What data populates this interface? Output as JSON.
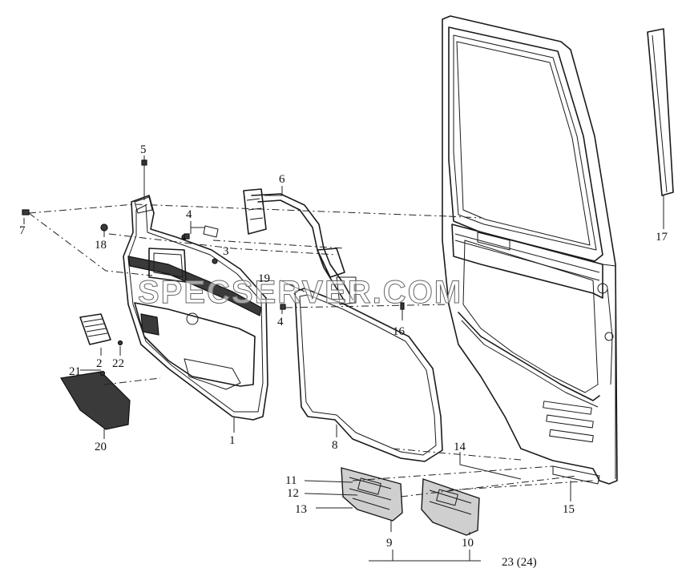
{
  "diagram": {
    "watermark": "SPECSERVER.COM",
    "callouts": [
      {
        "id": "c1",
        "label": "1"
      },
      {
        "id": "c2",
        "label": "2"
      },
      {
        "id": "c3",
        "label": "3"
      },
      {
        "id": "c4a",
        "label": "4"
      },
      {
        "id": "c4b",
        "label": "4"
      },
      {
        "id": "c5",
        "label": "5"
      },
      {
        "id": "c6",
        "label": "6"
      },
      {
        "id": "c7",
        "label": "7"
      },
      {
        "id": "c8",
        "label": "8"
      },
      {
        "id": "c9",
        "label": "9"
      },
      {
        "id": "c10",
        "label": "10"
      },
      {
        "id": "c11",
        "label": "11"
      },
      {
        "id": "c12",
        "label": "12"
      },
      {
        "id": "c13",
        "label": "13"
      },
      {
        "id": "c14",
        "label": "14"
      },
      {
        "id": "c15",
        "label": "15"
      },
      {
        "id": "c16",
        "label": "16"
      },
      {
        "id": "c17",
        "label": "17"
      },
      {
        "id": "c18",
        "label": "18"
      },
      {
        "id": "c19",
        "label": "19"
      },
      {
        "id": "c20",
        "label": "20"
      },
      {
        "id": "c21",
        "label": "21"
      },
      {
        "id": "c22",
        "label": "22"
      },
      {
        "id": "c23",
        "label": "23 (24)"
      }
    ]
  }
}
